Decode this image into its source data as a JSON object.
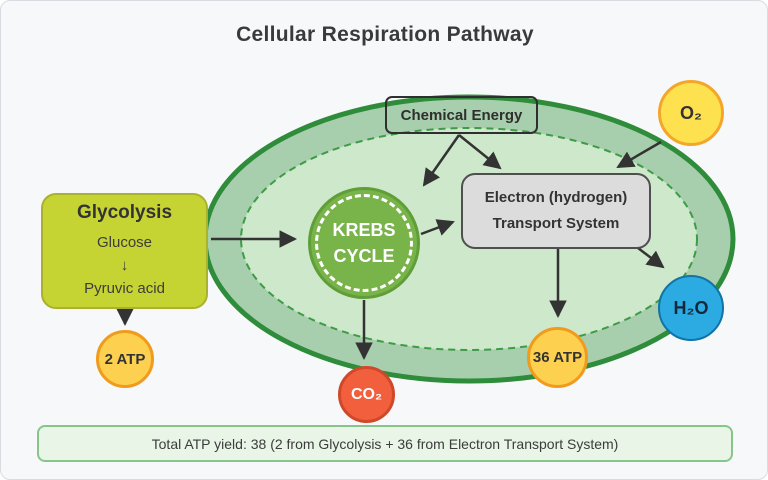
{
  "title": "Cellular Respiration Pathway",
  "glycolysis": {
    "heading": "Glycolysis",
    "substrate": "Glucose",
    "down_arrow": "↓",
    "product": "Pyruvic acid",
    "yield_label": "2 ATP"
  },
  "mitochondrion": {
    "chemical_energy_label": "Chemical Energy",
    "krebs": {
      "line1": "KREBS",
      "line2": "CYCLE"
    },
    "ets": {
      "line1": "Electron (hydrogen)",
      "line2": "Transport System"
    },
    "yield_label": "36 ATP"
  },
  "molecules": {
    "o2": "O₂",
    "h2o": "H₂O",
    "co2": "CO₂"
  },
  "footer": {
    "summary": "Total ATP yield: 38 (2 from Glycolysis + 36 from Electron Transport System)"
  },
  "colors": {
    "page_bg": "#f7f8fa",
    "outer_ellipse_fill": "#a8cfad",
    "outer_ellipse_stroke": "#2e8c3a",
    "inner_ellipse_fill": "#cde8ca",
    "inner_ellipse_stroke": "#3e9b46",
    "glycolysis_fill": "#c6d433",
    "glycolysis_border": "#a9b12d",
    "krebs_fill": "#79b44a",
    "krebs_border": "#5f9e38",
    "ets_fill": "#dcdcdc",
    "ets_border": "#4f4f4f",
    "atp_fill": "#fdd04f",
    "atp_border": "#f09b1d",
    "o2_fill": "#fee14e",
    "o2_border": "#f4a62a",
    "h2o_fill": "#2babe2",
    "h2o_border": "#1173a6",
    "co2_fill": "#f15f3d",
    "co2_border": "#d0482a",
    "arrow": "#333333",
    "footer_fill": "#e9f5e7",
    "footer_border": "#88c58b"
  }
}
